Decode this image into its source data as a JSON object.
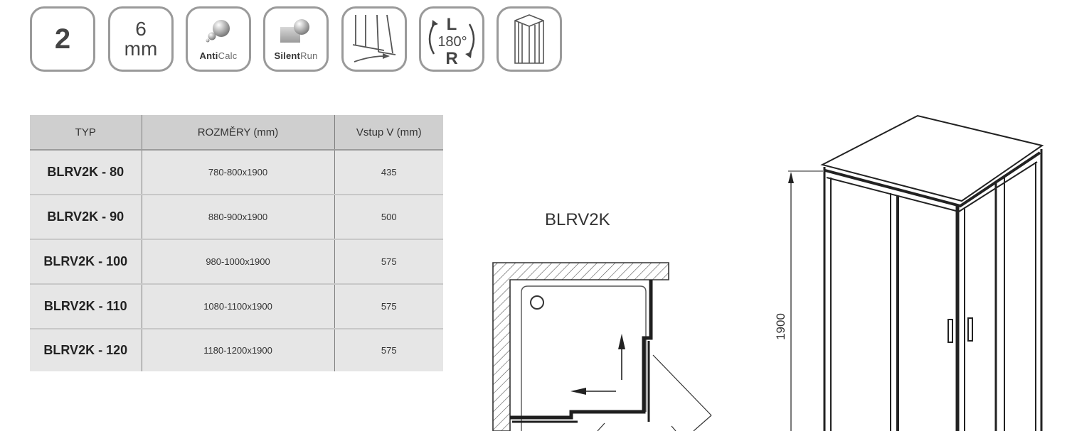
{
  "badges": {
    "count": "2",
    "glass_thickness": {
      "value": "6",
      "unit": "mm"
    },
    "anticalc": {
      "bold": "Anti",
      "light": "Calc"
    },
    "silentrun": {
      "bold": "Silent",
      "light": "Run"
    },
    "reversible": {
      "left": "L",
      "angle": "180°",
      "right": "R"
    }
  },
  "table": {
    "headers": [
      "TYP",
      "ROZMĚRY (mm)",
      "Vstup V (mm)"
    ],
    "rows": [
      [
        "BLRV2K - 80",
        "780-800x1900",
        "435"
      ],
      [
        "BLRV2K - 90",
        "880-900x1900",
        "500"
      ],
      [
        "BLRV2K - 100",
        "980-1000x1900",
        "575"
      ],
      [
        "BLRV2K - 110",
        "1080-1100x1900",
        "575"
      ],
      [
        "BLRV2K - 120",
        "1180-1200x1900",
        "575"
      ]
    ]
  },
  "plan": {
    "title": "BLRV2K"
  },
  "elevation": {
    "height_label": "1900"
  },
  "colors": {
    "badge_border": "#9a9a9a",
    "header_bg": "#cfcfcf",
    "row_bg": "#e6e6e6",
    "line": "#222222"
  }
}
